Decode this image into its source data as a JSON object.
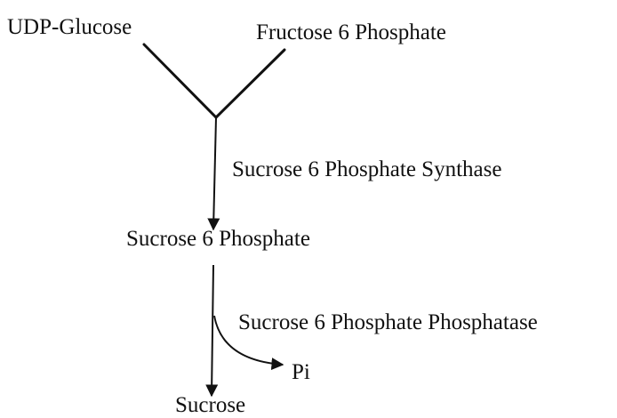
{
  "colors": {
    "ink": "#111111",
    "background": "#ffffff"
  },
  "compounds": {
    "substrate_1": "UDP-Glucose",
    "substrate_2": "Fructose 6 Phosphate",
    "intermediate": "Sucrose 6 Phosphate",
    "product": "Sucrose",
    "byproduct": "Pi"
  },
  "enzymes": {
    "step_1": "Sucrose 6 Phosphate Synthase",
    "step_2": "Sucrose 6 Phosphate Phosphatase"
  }
}
